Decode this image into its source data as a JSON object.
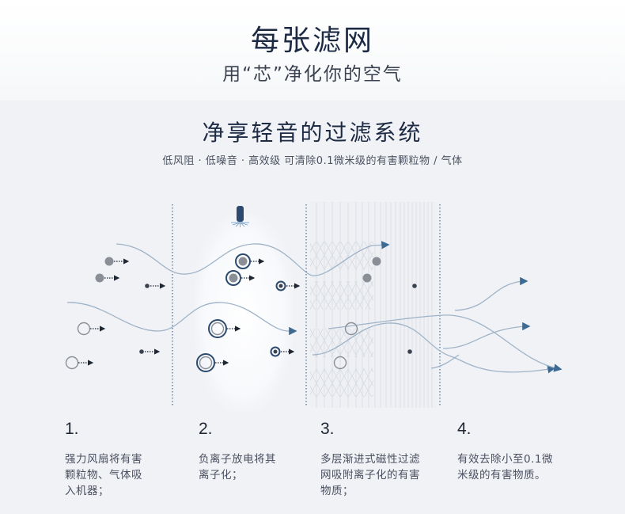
{
  "hero": {
    "title": "每张滤网",
    "subtitle": "用“芯”净化你的空气"
  },
  "section": {
    "title": "净享轻音的过滤系统",
    "subtitle": "低风阻 · 低噪音 · 高效级   可清除0.1微米级的有害颗粒物 / 气体"
  },
  "colors": {
    "accent_blue": "#2c4a6e",
    "airflow_line": "#9fb3c8",
    "arrow_head": "#3d6a92",
    "particle_gray": "#8a8e96",
    "particle_dark": "#3a4150",
    "dotted_divider": "#5a7fa6"
  },
  "diagram": {
    "stages": [
      "intake",
      "ionizer",
      "filter",
      "clean-air"
    ],
    "icons": [
      "fan-intake",
      "ionizer-emitter-icon",
      "filter-mesh",
      "airflow-arrows"
    ]
  },
  "steps": [
    {
      "num": "1.",
      "text": "强力风扇将有害颗粒物、气体吸入机器；"
    },
    {
      "num": "2.",
      "text": "负离子放电将其离子化；"
    },
    {
      "num": "3.",
      "text": "多层渐进式磁性过滤网吸附离子化的有害物质；"
    },
    {
      "num": "4.",
      "text": "有效去除小至0.1微米级的有害物质。"
    }
  ]
}
